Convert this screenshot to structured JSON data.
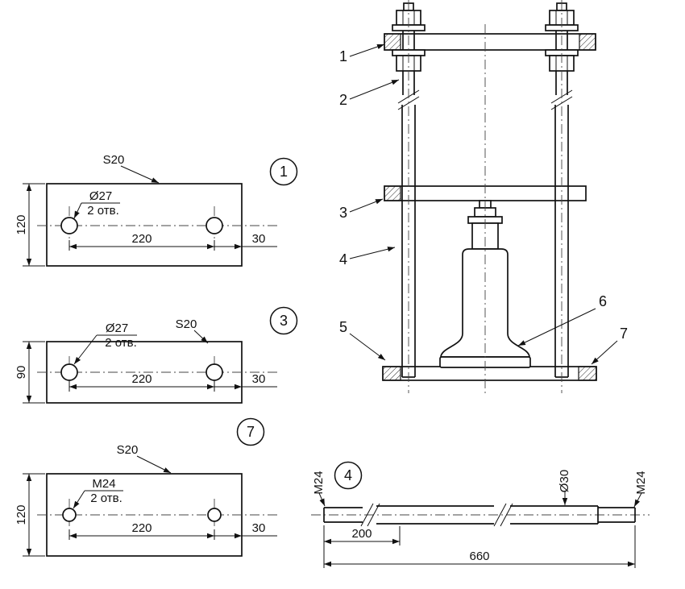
{
  "assembly": {
    "callout_1": "1",
    "callout_2": "2",
    "callout_3": "3",
    "callout_4": "4",
    "callout_5": "5",
    "callout_6": "6",
    "callout_7": "7"
  },
  "plate_1": {
    "balloon": "1",
    "thickness": "S20",
    "hole_label": "Ø27",
    "hole_count": "2 отв.",
    "dim_height": "120",
    "dim_span": "220",
    "dim_edge": "30"
  },
  "plate_3": {
    "balloon": "3",
    "thickness": "S20",
    "hole_label": "Ø27",
    "hole_count": "2 отв.",
    "dim_height": "90",
    "dim_span": "220",
    "dim_edge": "30"
  },
  "plate_7": {
    "balloon": "7",
    "thickness": "S20",
    "hole_label": "M24",
    "hole_count": "2 отв.",
    "dim_height": "120",
    "dim_span": "220",
    "dim_edge": "30"
  },
  "rod_4": {
    "balloon": "4",
    "thread_left": "M24",
    "diameter": "Ø30",
    "thread_right": "M24",
    "dim_thread": "200",
    "dim_length": "660"
  }
}
